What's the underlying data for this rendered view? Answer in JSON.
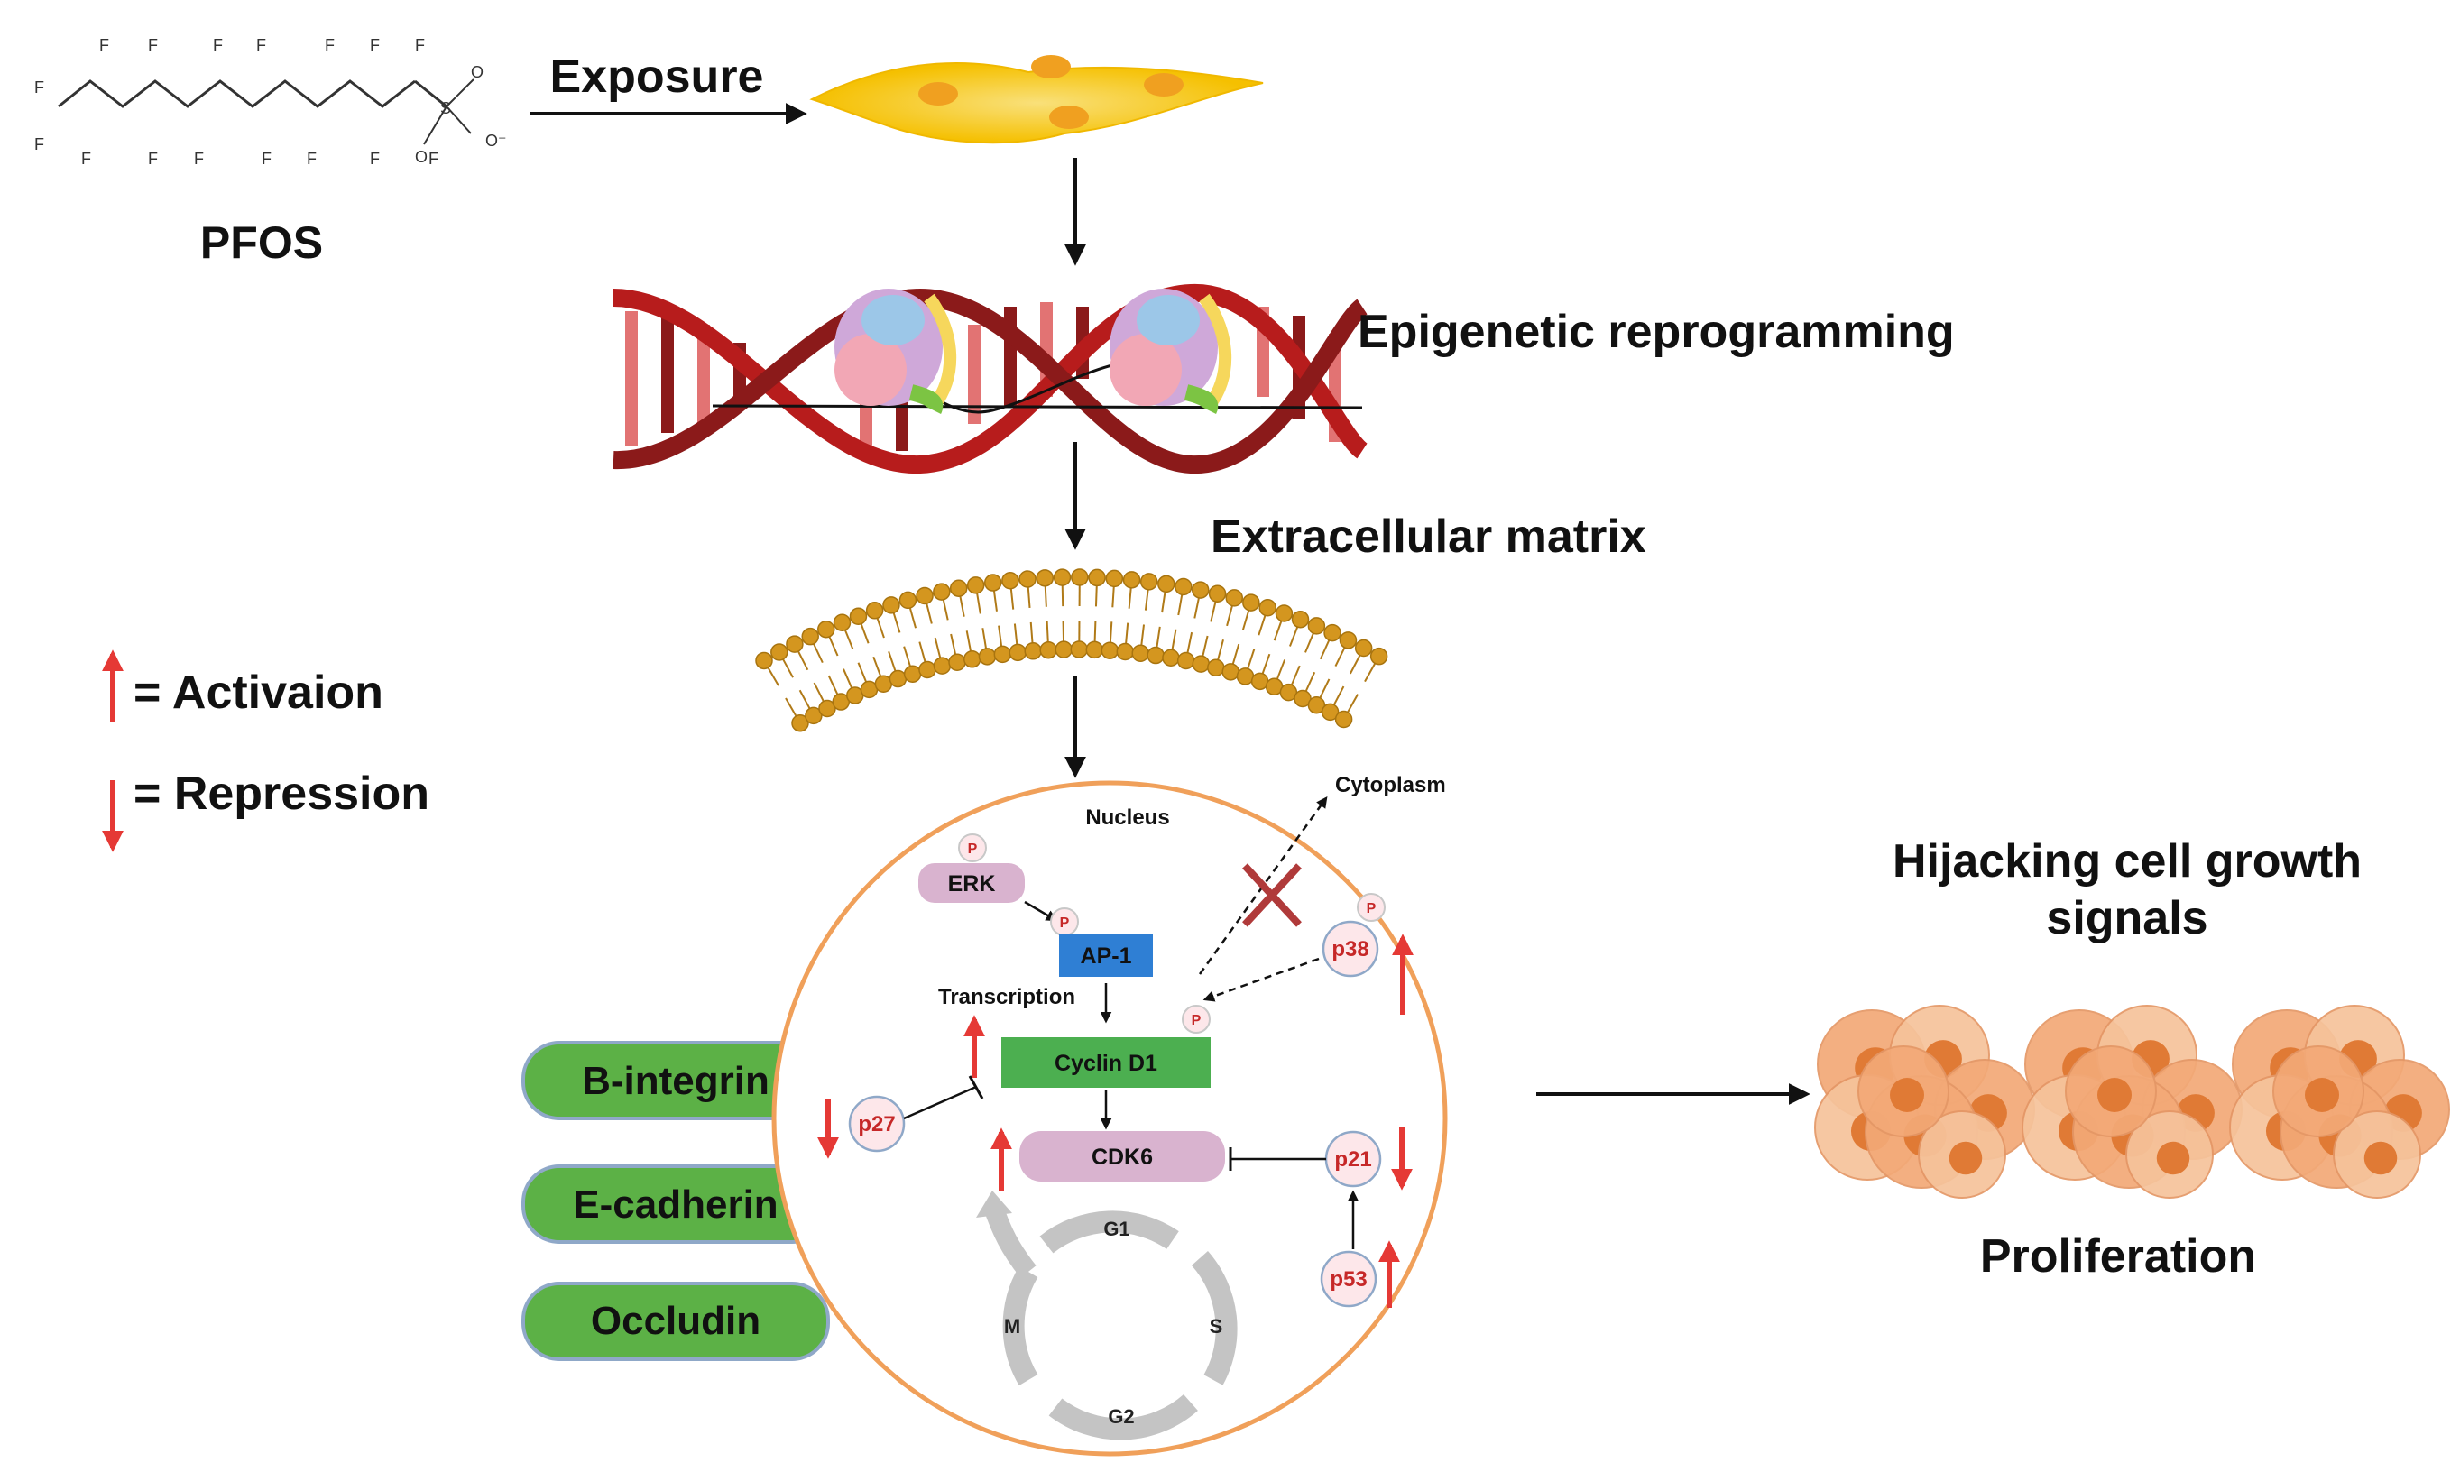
{
  "compound": {
    "name": "PFOS"
  },
  "steps": {
    "exposure": "Exposure",
    "epigenetic": "Epigenetic reprogramming",
    "ecm": "Extracellular matrix",
    "hijacking_line1": "Hijacking cell growth",
    "hijacking_line2": "signals",
    "proliferation": "Proliferation"
  },
  "legend": {
    "activation": "= Activaion",
    "repression": "= Repression"
  },
  "junction_proteins": [
    "B-integrin",
    "E-cadherin",
    "Occludin"
  ],
  "cell": {
    "nucleus": "Nucleus",
    "cytoplasm": "Cytoplasm",
    "transcription": "Transcription",
    "phospho": "P",
    "erk": "ERK",
    "ap1": "AP-1",
    "cyclin_d1": "Cyclin D1",
    "cdk6": "CDK6",
    "p38": "p38",
    "p27": "p27",
    "p21": "p21",
    "p53": "p53",
    "cycle_phases": {
      "g1": "G1",
      "s": "S",
      "g2": "G2",
      "m": "M"
    }
  },
  "pfos_atoms": {
    "fluorine": "F",
    "sulfur": "S",
    "oxygen": "O",
    "anion": "O⁻"
  },
  "colors": {
    "activation": "#e53935",
    "repression": "#e53935",
    "junction_fill": "#5cb146",
    "cell_border": "#f0a05a",
    "cyclin_fill": "#4caf50",
    "ap1_fill": "#2f7fd4",
    "kinase_fill": "#d9b3cf",
    "dna_dark": "#8b1a1a",
    "membrane": "#d4961f",
    "proliferating_cells": "#f3a977",
    "fibroblast": "#f7c21c"
  }
}
